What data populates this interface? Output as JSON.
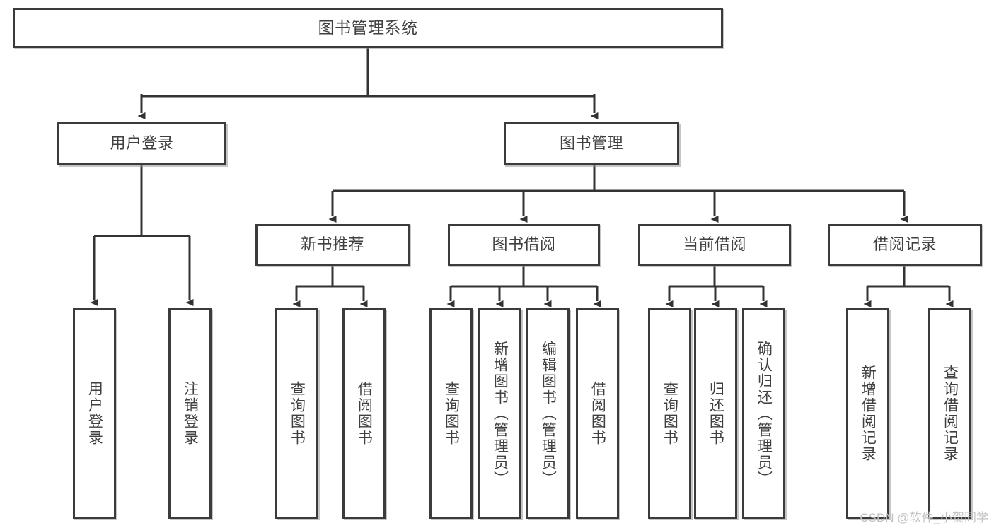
{
  "diagram": {
    "title": "图书管理系统",
    "type": "tree-hierarchy",
    "orientation": "top-down",
    "colors": {
      "border": "#3b3b3b",
      "text": "#404040",
      "background": "#ffffff",
      "connector": "#333333",
      "watermark": "#c2c2c2"
    },
    "root": {
      "label": "图书管理系统"
    },
    "level2": [
      {
        "id": "user-login",
        "label": "用户登录"
      },
      {
        "id": "book-manage",
        "label": "图书管理"
      }
    ],
    "level3": [
      {
        "id": "new-book-recommend",
        "label": "新书推荐",
        "parent": "book-manage"
      },
      {
        "id": "book-borrow",
        "label": "图书借阅",
        "parent": "book-manage"
      },
      {
        "id": "current-borrow",
        "label": "当前借阅",
        "parent": "book-manage"
      },
      {
        "id": "borrow-record",
        "label": "借阅记录",
        "parent": "book-manage"
      }
    ],
    "leaves": {
      "user_login": [
        {
          "id": "leaf-user-login",
          "label": "用户登录"
        },
        {
          "id": "leaf-user-logout",
          "label": "注销登录"
        }
      ],
      "new_book_recommend": [
        {
          "id": "leaf-query-book-1",
          "label": "查询图书"
        },
        {
          "id": "leaf-borrow-book-1",
          "label": "借阅图书"
        }
      ],
      "book_borrow": [
        {
          "id": "leaf-query-book-2",
          "label": "查询图书"
        },
        {
          "id": "leaf-add-book",
          "label": "新增图书（管理员）"
        },
        {
          "id": "leaf-edit-book",
          "label": "编辑图书（管理员）"
        },
        {
          "id": "leaf-borrow-book-2",
          "label": "借阅图书"
        }
      ],
      "current_borrow": [
        {
          "id": "leaf-query-book-3",
          "label": "查询图书"
        },
        {
          "id": "leaf-return-book",
          "label": "归还图书"
        },
        {
          "id": "leaf-confirm-return",
          "label": "确认归还（管理员）"
        }
      ],
      "borrow_record": [
        {
          "id": "leaf-add-record",
          "label": "新增借阅记录"
        },
        {
          "id": "leaf-query-record",
          "label": "查询借阅记录"
        }
      ]
    }
  },
  "watermark": {
    "text": "CSDN @软件_小贺同学"
  }
}
